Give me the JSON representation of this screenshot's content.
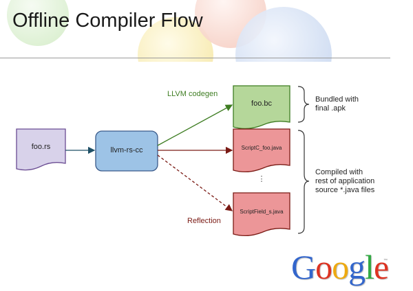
{
  "slide": {
    "title": "Offline Compiler Flow"
  },
  "nodes": {
    "source": "foo.rs",
    "compiler": "llvm-rs-cc",
    "bitcode": "foo.bc",
    "script_c": "ScriptC_foo.java",
    "ellipsis": "⋮",
    "script_field": "ScriptField_s.java"
  },
  "edges": {
    "codegen_label": "LLVM codegen",
    "reflection_label": "Reflection"
  },
  "notes": {
    "bundled": "Bundled with\nfinal .apk",
    "compiled": "Compiled with\nrest of application\nsource *.java files"
  },
  "logo": {
    "letters": [
      "G",
      "o",
      "o",
      "g",
      "l",
      "e"
    ],
    "colors": [
      "#3366cc",
      "#dd3322",
      "#eeaa11",
      "#3366cc",
      "#33aa44",
      "#dd3322"
    ],
    "tm": "™"
  },
  "colors": {
    "source_fill": "#d8d2ea",
    "compiler_fill": "#9dc3e6",
    "bitcode_fill": "#b5d79a",
    "java_fill": "#ec9698",
    "green_edge": "#3e7d22",
    "red_edge": "#7a1a14"
  }
}
